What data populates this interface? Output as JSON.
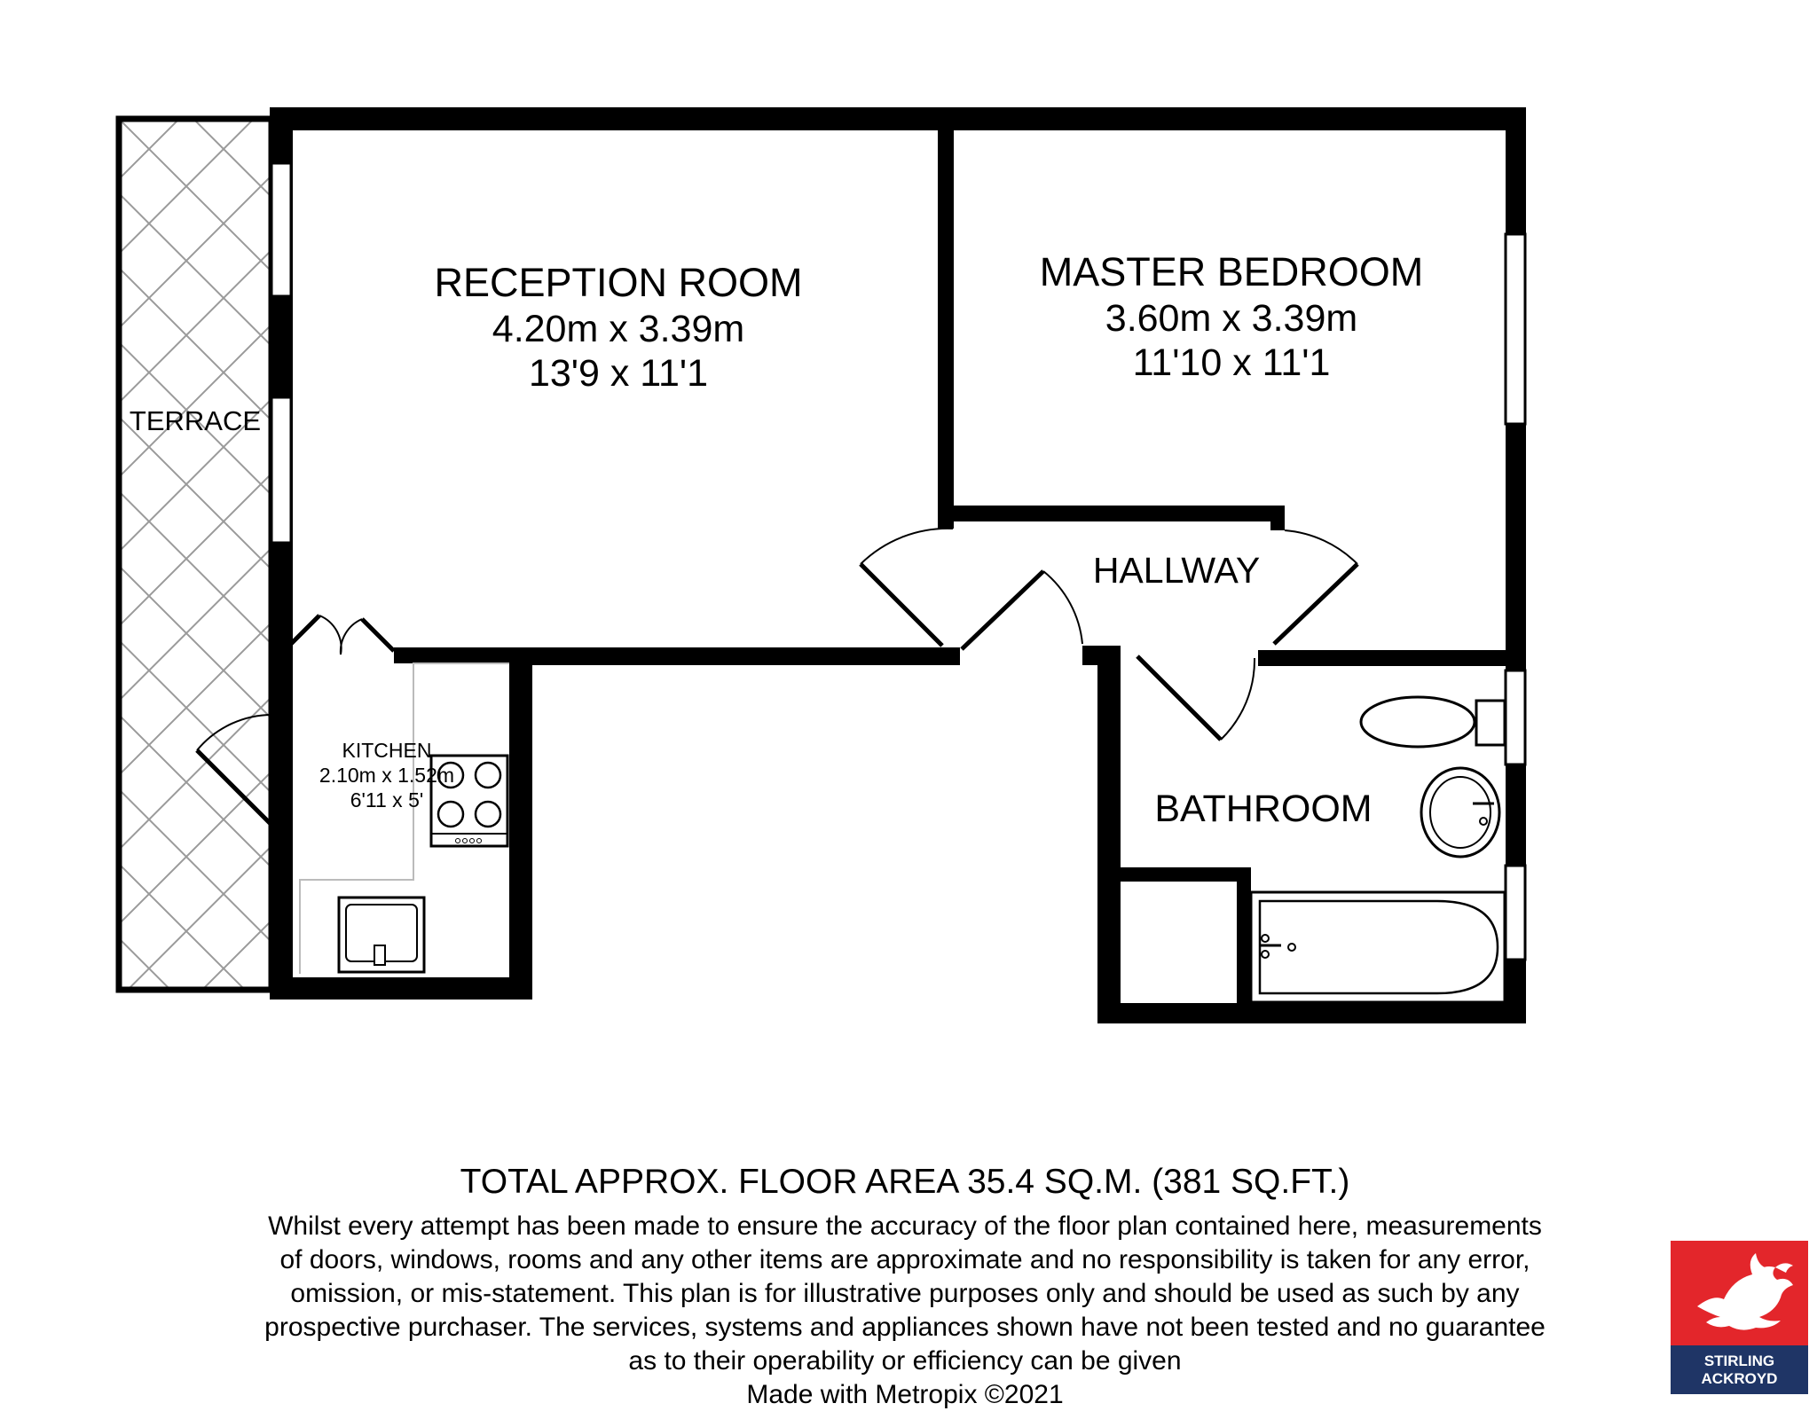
{
  "rooms": {
    "reception": {
      "name": "RECEPTION ROOM",
      "metric": "4.20m x 3.39m",
      "imperial": "13'9 x 11'1"
    },
    "master_bedroom": {
      "name": "MASTER BEDROOM",
      "metric": "3.60m x 3.39m",
      "imperial": "11'10 x 11'1"
    },
    "terrace": {
      "name": "TERRACE"
    },
    "hallway": {
      "name": "HALLWAY"
    },
    "kitchen": {
      "name": "KITCHEN",
      "metric": "2.10m x 1.52m",
      "imperial": "6'11 x 5'"
    },
    "bathroom": {
      "name": "BATHROOM"
    }
  },
  "footer": {
    "total_area": "TOTAL APPROX. FLOOR AREA 35.4 SQ.M. (381 SQ.FT.)",
    "disclaimer_lines": [
      "Whilst every attempt has been made to ensure the accuracy of the floor plan contained here, measurements",
      "of doors, windows, rooms and any other items are approximate and no responsibility is taken for any error,",
      "omission, or mis-statement. This plan is for illustrative purposes only and should be used as such by any",
      "prospective purchaser. The services, systems and appliances shown have not been tested and no guarantee",
      "as to their operability or efficiency can be given"
    ],
    "credit": "Made with Metropix ©2021"
  },
  "logo": {
    "line1": "STIRLING",
    "line2": "ACKROYD",
    "icon": "griffin-icon",
    "colors": {
      "top": "#e3262b",
      "bottom": "#1f3566"
    }
  }
}
